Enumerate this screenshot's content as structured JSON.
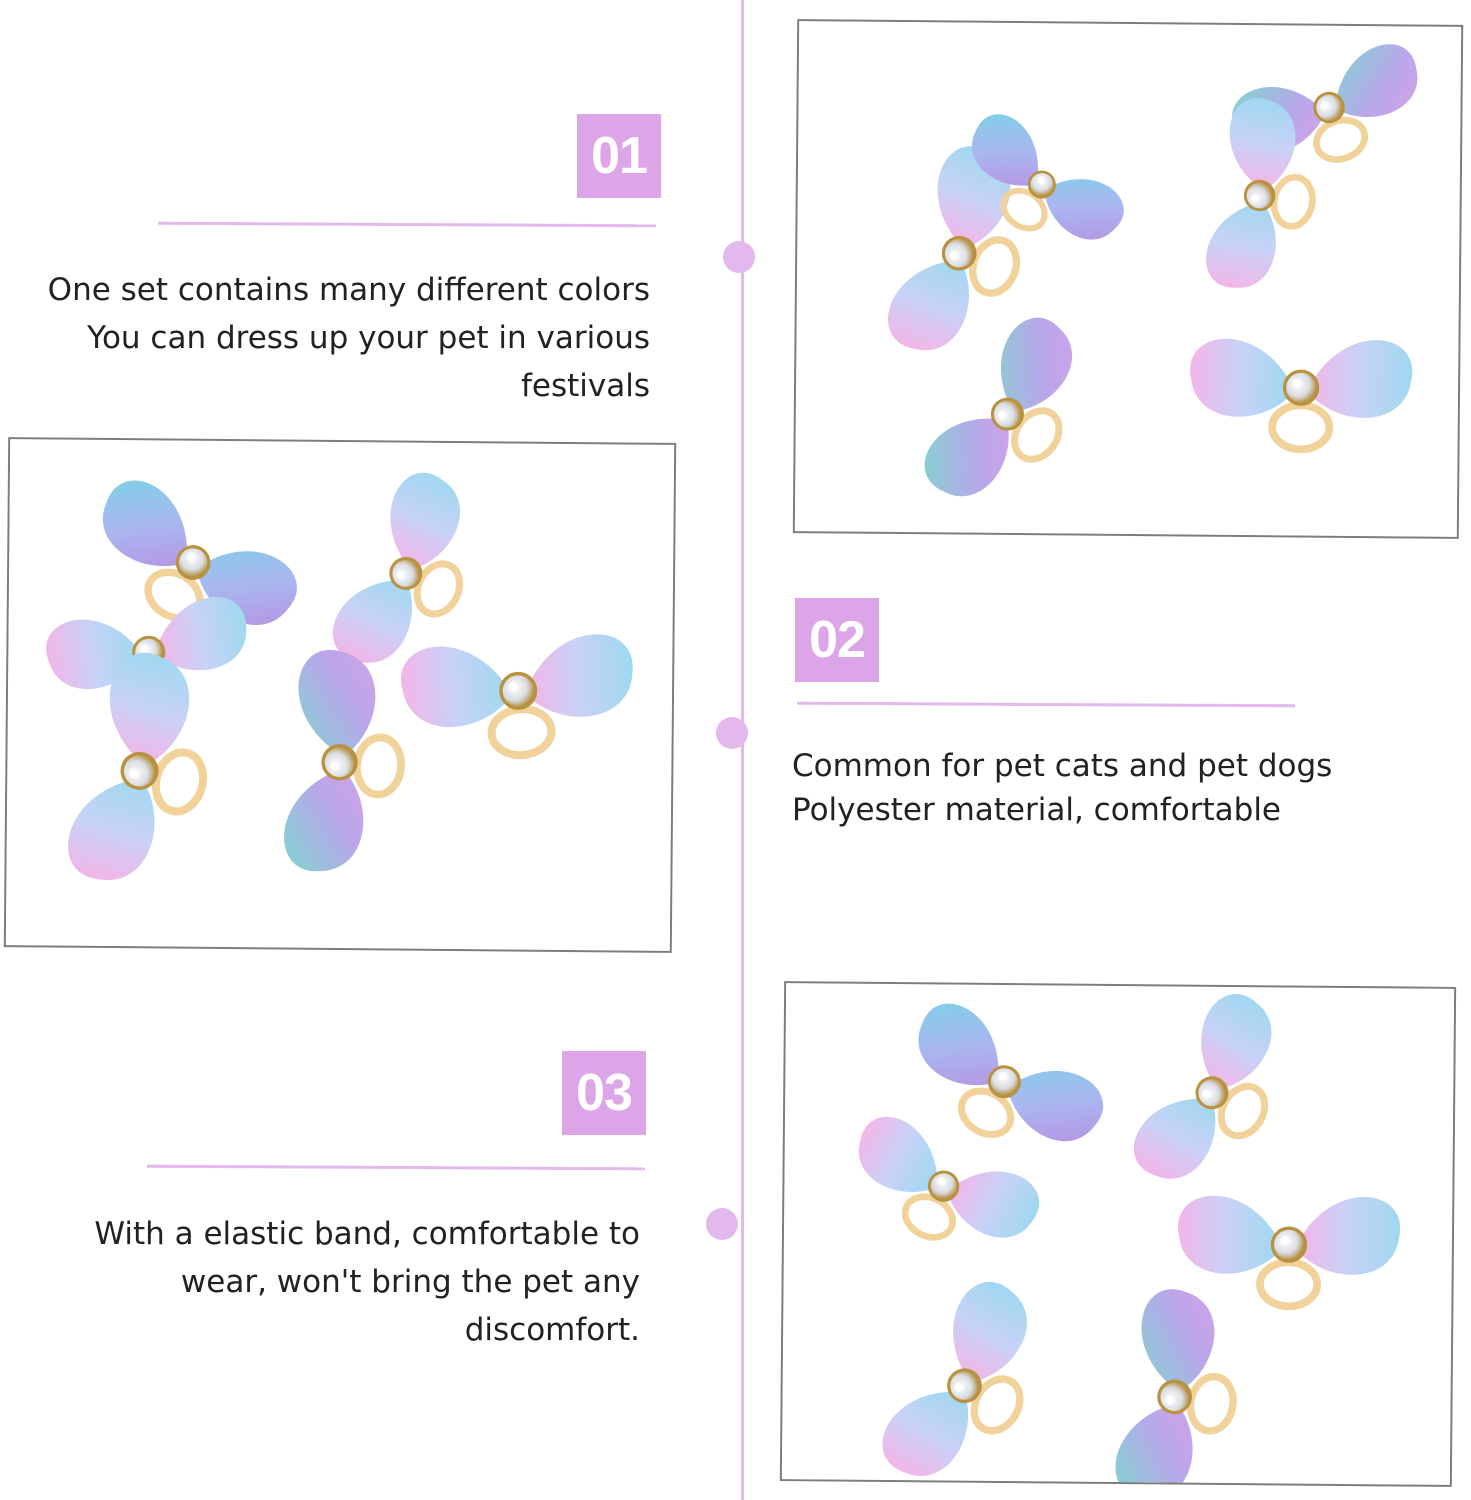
{
  "colors": {
    "accent": "#dca5e8",
    "line": "#e3b8ec",
    "text": "#222222"
  },
  "features": [
    {
      "number": "01",
      "lines": [
        "One set contains many different colors",
        "You can dress up your pet in various",
        "festivals"
      ]
    },
    {
      "number": "02",
      "lines": [
        "Common for pet cats and pet dogs",
        "Polyester material, comfortable"
      ]
    },
    {
      "number": "03",
      "lines": [
        "With a elastic band, comfortable to",
        "wear, won't bring the pet any",
        "discomfort."
      ]
    }
  ],
  "photos": [
    {
      "subject": "pet-hair-bows-set"
    },
    {
      "subject": "pet-hair-bows-set"
    },
    {
      "subject": "pet-hair-bows-set"
    }
  ]
}
